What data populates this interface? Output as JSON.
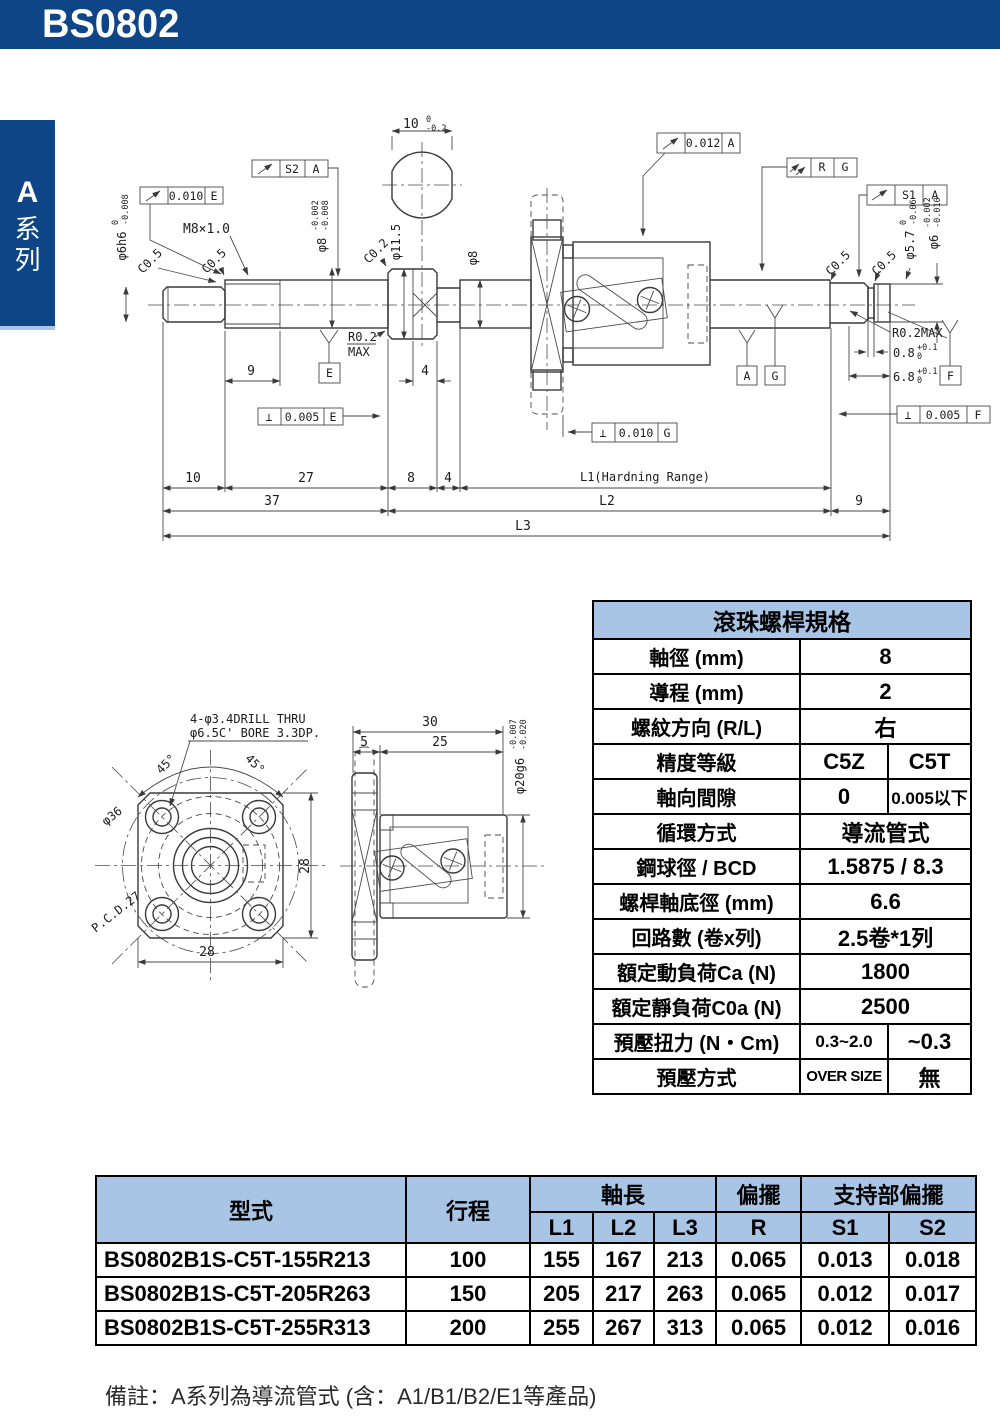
{
  "header": {
    "title": "BS0802"
  },
  "sidebar": {
    "letter": "A",
    "label": "系列"
  },
  "colors": {
    "dark_blue": "#0d4586",
    "light_blue": "#a9c5e6"
  },
  "icons": {
    "runout_arrow": "↗",
    "perpendicularity": "⊥",
    "phillips_screw": "⊗"
  },
  "drawing_top": {
    "flats_dim": {
      "main": "10",
      "tol_up": "0",
      "tol_dn": "-0.2"
    },
    "callout_runout_e": {
      "val": "0.010",
      "datum": "E"
    },
    "callout_s2": {
      "val": "S2",
      "datum": "A"
    },
    "callout_012": {
      "val": "0.012",
      "datum": "A"
    },
    "callout_rg": {
      "val": "R",
      "datum": "G"
    },
    "callout_s1": {
      "val": "S1",
      "datum": "A"
    },
    "fcf_e": {
      "sym": "⊥",
      "val": "0.005",
      "datum": "E"
    },
    "fcf_g": {
      "sym": "⊥",
      "val": "0.010",
      "datum": "G"
    },
    "fcf_f": {
      "sym": "⊥",
      "val": "0.005",
      "datum": "F"
    },
    "m8": "M8×1.0",
    "c05": "C0.5",
    "c02": "C0.2",
    "d6h6": {
      "main": "φ6h6",
      "tol_up": "0",
      "tol_dn": "-0.008"
    },
    "d8tol": {
      "main": "φ8",
      "tol_up": "-0.002",
      "tol_dn": "-0.008"
    },
    "d115": "φ11.5",
    "d8": "φ8",
    "d57": {
      "main": "φ5.7",
      "tol_up": "0",
      "tol_dn": "-0.06"
    },
    "d6": {
      "main": "φ6",
      "tol_up": "-0.002",
      "tol_dn": "-0.010"
    },
    "r02_left1": "R0.2",
    "r02_left2": "MAX",
    "r02_right": "R0.2MAX",
    "g08": {
      "main": "0.8",
      "tol_up": "+0.1",
      "tol_dn": "0"
    },
    "g68": {
      "main": "6.8",
      "tol_up": "+0.1",
      "tol_dn": "0"
    },
    "datum_e": "E",
    "datum_a": "A",
    "datum_g": "G",
    "datum_f": "F",
    "dim_9a": "9",
    "dim_4a": "4",
    "dim_10": "10",
    "dim_27": "27",
    "dim_8": "8",
    "dim_4b": "4",
    "dim_l1": "L1(Hardning Range)",
    "dim_37": "37",
    "dim_l2": "L2",
    "dim_9b": "9",
    "dim_l3": "L3"
  },
  "drawing_front": {
    "note1": "4-φ3.4DRILL THRU",
    "note2": "φ6.5C' BORE 3.3DP.",
    "deg45": "45°",
    "d36": "φ36",
    "pcd": "P.C.D.27",
    "dim28": "28"
  },
  "drawing_side": {
    "dim30": "30",
    "dim5": "5",
    "dim25": "25",
    "d20": {
      "main": "φ20g6",
      "tol_up": "-0.007",
      "tol_dn": "-0.020"
    }
  },
  "spec_table": {
    "title": "滾珠螺桿規格",
    "rows": [
      {
        "label": "軸徑 (mm)",
        "value": "8"
      },
      {
        "label": "導程 (mm)",
        "value": "2"
      },
      {
        "label": "螺紋方向 (R/L)",
        "value": "右"
      },
      {
        "label": "精度等級",
        "v1": "C5Z",
        "v2": "C5T"
      },
      {
        "label": "軸向間隙",
        "v1": "0",
        "v2": "0.005以下"
      },
      {
        "label": "循環方式",
        "value": "導流管式"
      },
      {
        "label": "鋼球徑 / BCD",
        "value": "1.5875 / 8.3"
      },
      {
        "label": "螺桿軸底徑 (mm)",
        "value": "6.6"
      },
      {
        "label": "回路數 (卷x列)",
        "value": "2.5卷*1列"
      },
      {
        "label": "額定動負荷Ca  (N)",
        "value": "1800"
      },
      {
        "label": "額定靜負荷C0a  (N)",
        "value": "2500"
      },
      {
        "label": "預壓扭力  (N・Cm)",
        "v1": "0.3~2.0",
        "v2": "~0.3"
      },
      {
        "label": "預壓方式",
        "v1": "OVER SIZE",
        "v2": "無"
      }
    ]
  },
  "model_table": {
    "headers": {
      "model": "型式",
      "stroke": "行程",
      "shaft_length": "軸長",
      "runout": "偏擺",
      "support_runout": "支持部偏擺",
      "l1": "L1",
      "l2": "L2",
      "l3": "L3",
      "r": "R",
      "s1": "S1",
      "s2": "S2"
    },
    "rows": [
      {
        "model": "BS0802B1S-C5T-155R213",
        "stroke": "100",
        "l1": "155",
        "l2": "167",
        "l3": "213",
        "r": "0.065",
        "s1": "0.013",
        "s2": "0.018"
      },
      {
        "model": "BS0802B1S-C5T-205R263",
        "stroke": "150",
        "l1": "205",
        "l2": "217",
        "l3": "263",
        "r": "0.065",
        "s1": "0.012",
        "s2": "0.017"
      },
      {
        "model": "BS0802B1S-C5T-255R313",
        "stroke": "200",
        "l1": "255",
        "l2": "267",
        "l3": "313",
        "r": "0.065",
        "s1": "0.012",
        "s2": "0.016"
      }
    ]
  },
  "note": "備註：A系列為導流管式 (含：A1/B1/B2/E1等產品)"
}
